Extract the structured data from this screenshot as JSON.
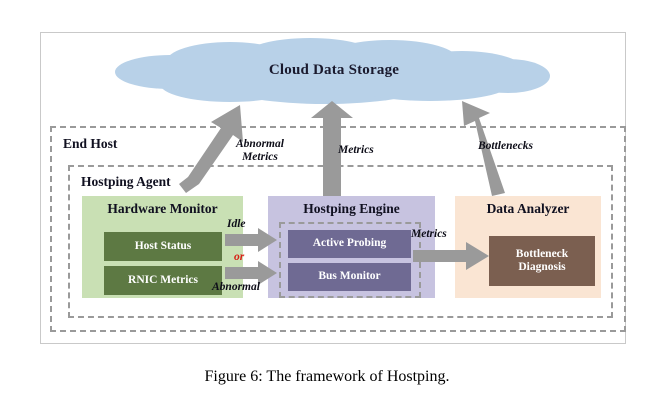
{
  "figure": {
    "caption": "Figure 6: The framework of Hostping.",
    "cloud": {
      "label": "Cloud Data Storage",
      "color": "#b8d1e8"
    },
    "containers": [
      {
        "name": "end-host",
        "title": "End Host",
        "border_style": "dashed",
        "border_color": "#9a9a9a"
      },
      {
        "name": "hostping-agent",
        "title": "Hostping Agent",
        "border_style": "dashed",
        "border_color": "#9a9a9a"
      }
    ],
    "panels": [
      {
        "name": "hardware-monitor",
        "title": "Hardware Monitor",
        "color": "#c9e0b4",
        "blocks": [
          {
            "name": "host-status",
            "label": "Host Status",
            "color": "#5d7943"
          },
          {
            "name": "rnic-metrics",
            "label": "RNIC Metrics",
            "color": "#5d7943"
          }
        ]
      },
      {
        "name": "hostping-engine",
        "title": "Hostping Engine",
        "color": "#c7c3e0",
        "blocks": [
          {
            "name": "active-probing",
            "label": "Active Probing",
            "color": "#6f6a93"
          },
          {
            "name": "bus-monitor",
            "label": "Bus Monitor",
            "color": "#6f6a93"
          }
        ]
      },
      {
        "name": "data-analyzer",
        "title": "Data Analyzer",
        "color": "#fae5d3",
        "blocks": [
          {
            "name": "bottleneck-diagnosis",
            "label_line1": "Bottleneck",
            "label_line2": "Diagnosis",
            "color": "#7b5f50"
          }
        ]
      }
    ],
    "edges": [
      {
        "name": "abnormal-metrics-to-cloud",
        "label_line1": "Abnormal",
        "label_line2": "Metrics",
        "color": "#9a9a9a"
      },
      {
        "name": "metrics-to-cloud",
        "label": "Metrics",
        "color": "#9a9a9a"
      },
      {
        "name": "bottlenecks-to-cloud",
        "label": "Bottlenecks",
        "color": "#9a9a9a"
      },
      {
        "name": "idle-path",
        "label": "Idle",
        "color": "#9a9a9a"
      },
      {
        "name": "branch-or",
        "label": "or",
        "color": "#d81e14"
      },
      {
        "name": "abnormal-path",
        "label": "Abnormal",
        "color": "#9a9a9a"
      },
      {
        "name": "engine-to-analyzer",
        "label": "Metrics",
        "color": "#9a9a9a"
      }
    ]
  }
}
